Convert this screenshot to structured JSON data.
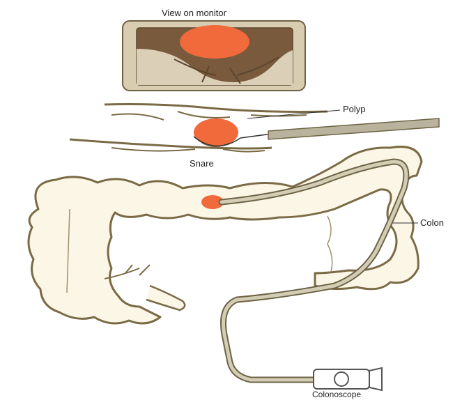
{
  "labels": {
    "monitor_title": "View on monitor",
    "polyp": "Polyp",
    "snare": "Snare",
    "colon": "Colon",
    "colonoscope": "Colonoscope"
  },
  "colors": {
    "polyp": "#f06a3c",
    "colon_fill": "#fbf6e6",
    "colon_outline": "#7a6a45",
    "scope": "#b9b39d",
    "monitor_frame": "#cbbf9e"
  }
}
